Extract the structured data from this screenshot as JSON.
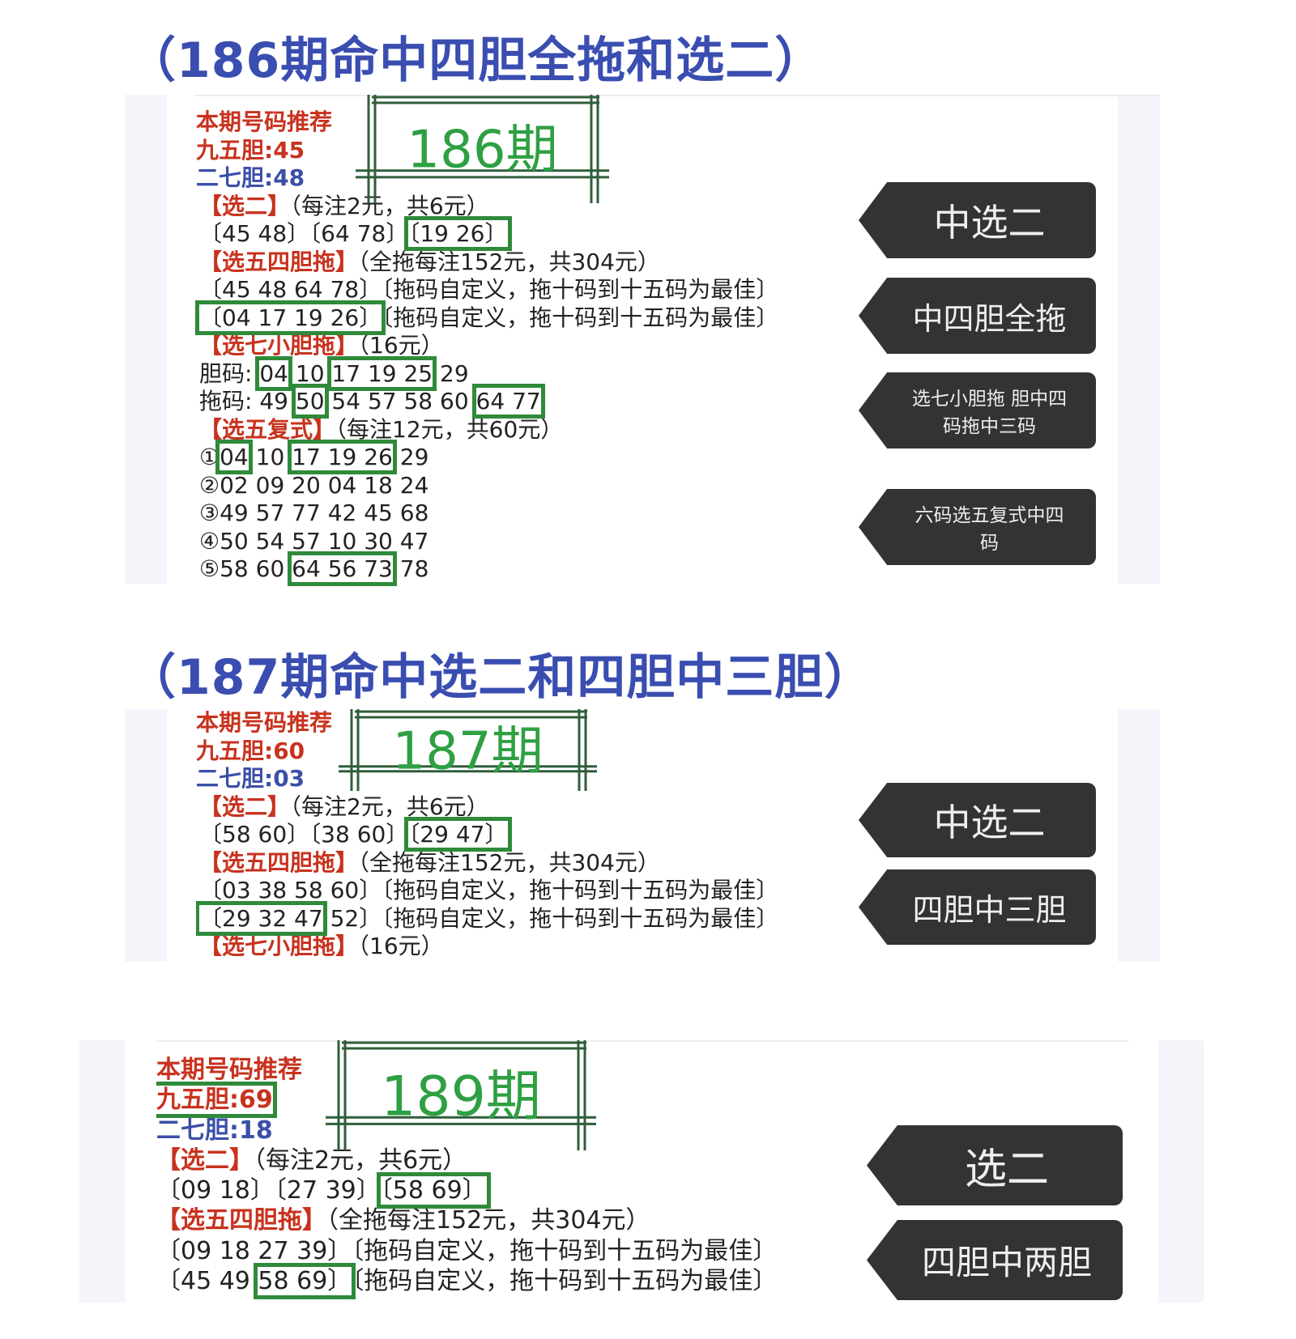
{
  "sections": [
    {
      "title": "（186期命中四胆全拖和选二）",
      "period": "186期",
      "lines": [
        [
          {
            "t": "本期号码推荐",
            "c": "red"
          }
        ],
        [
          {
            "t": "九五胆:45",
            "c": "red"
          }
        ],
        [
          {
            "t": "二七胆:48",
            "c": "blue"
          }
        ],
        [
          {
            "t": "【选二】",
            "c": "red"
          },
          {
            "t": "（每注2元，共6元）"
          }
        ],
        [
          {
            "t": "〔45 48〕〔64 78〕"
          },
          {
            "t": "〔19 26〕",
            "box": true
          }
        ],
        [
          {
            "t": "【选五四胆拖】",
            "c": "red"
          },
          {
            "t": "（全拖每注152元，共304元）"
          }
        ],
        [
          {
            "t": "〔45 48 64 78〕〔拖码自定义，拖十码到十五码为最佳〕"
          }
        ],
        [
          {
            "t": "〔04 17 19 26〕",
            "box": true
          },
          {
            "t": "〔拖码自定义，拖十码到十五码为最佳〕"
          }
        ],
        [
          {
            "t": "【选七小胆拖】",
            "c": "red"
          },
          {
            "t": "（16元）"
          }
        ],
        [
          {
            "t": "胆码: "
          },
          {
            "t": "04",
            "box": true
          },
          {
            "t": " 10 "
          },
          {
            "t": "17 19 25",
            "box": true
          },
          {
            "t": " 29"
          }
        ],
        [
          {
            "t": "拖码: 49 "
          },
          {
            "t": "50",
            "box": true
          },
          {
            "t": " 54 57 58 60 "
          },
          {
            "t": "64 77",
            "box": true
          }
        ],
        [
          {
            "t": "【选五复式】",
            "c": "red"
          },
          {
            "t": "（每注12元，共60元）"
          }
        ],
        [
          {
            "t": "①"
          },
          {
            "t": "04",
            "box": true
          },
          {
            "t": " 10 "
          },
          {
            "t": "17 19 26",
            "box": true
          },
          {
            "t": " 29"
          }
        ],
        [
          {
            "t": "②02 09 20 04 18 24"
          }
        ],
        [
          {
            "t": "③49 57 77 42 45 68"
          }
        ],
        [
          {
            "t": "④50 54 57 10 30 47"
          }
        ],
        [
          {
            "t": "⑤58 60 "
          },
          {
            "t": "64 56 73",
            "box": true
          },
          {
            "t": " 78"
          }
        ]
      ],
      "callouts": [
        "中选二",
        "中四胆全拖",
        "选七小胆拖 胆中四码拖中三码",
        "六码选五复式中四码"
      ]
    },
    {
      "title": "（187期命中选二和四胆中三胆）",
      "period": "187期",
      "lines": [
        [
          {
            "t": "本期号码推荐",
            "c": "red"
          }
        ],
        [
          {
            "t": "九五胆:60",
            "c": "red"
          }
        ],
        [
          {
            "t": "二七胆:03",
            "c": "blue"
          }
        ],
        [
          {
            "t": "【选二】",
            "c": "red"
          },
          {
            "t": "（每注2元，共6元）"
          }
        ],
        [
          {
            "t": "〔58 60〕〔38 60〕"
          },
          {
            "t": "〔29 47〕",
            "box": true
          }
        ],
        [
          {
            "t": "【选五四胆拖】",
            "c": "red"
          },
          {
            "t": "（全拖每注152元，共304元）"
          }
        ],
        [
          {
            "t": "〔03 38 58 60〕〔拖码自定义，拖十码到十五码为最佳〕"
          }
        ],
        [
          {
            "t": "〔29 32 47",
            "box": true
          },
          {
            "t": " 52〕〔拖码自定义，拖十码到十五码为最佳〕"
          }
        ],
        [
          {
            "t": "【选七小胆拖】",
            "c": "red"
          },
          {
            "t": "（16元）"
          }
        ]
      ],
      "callouts": [
        "中选二",
        "四胆中三胆"
      ]
    },
    {
      "title": "",
      "period": "189期",
      "lines": [
        [
          {
            "t": "本期号码推荐",
            "c": "red"
          }
        ],
        [
          {
            "t": "九五胆:69",
            "c": "red",
            "box": true
          }
        ],
        [
          {
            "t": "二七胆:18",
            "c": "blue"
          }
        ],
        [
          {
            "t": "【选二】",
            "c": "red"
          },
          {
            "t": "（每注2元，共6元）"
          }
        ],
        [
          {
            "t": "〔09 18〕〔27 39〕"
          },
          {
            "t": "〔58 69〕",
            "box": true
          }
        ],
        [
          {
            "t": "【选五四胆拖】",
            "c": "red"
          },
          {
            "t": "（全拖每注152元，共304元）"
          }
        ],
        [
          {
            "t": "〔09 18 27 39〕〔拖码自定义，拖十码到十五码为最佳〕"
          }
        ],
        [
          {
            "t": "〔45 49 "
          },
          {
            "t": "58 69〕",
            "box": true
          },
          {
            "t": "〔拖码自定义，拖十码到十五码为最佳〕"
          }
        ]
      ],
      "callouts": [
        "选二",
        "四胆中两胆"
      ]
    }
  ],
  "colors": {
    "title": "#3a4db0",
    "red": "#c8321e",
    "blue": "#3b4fa8",
    "period_green": "#2ea043",
    "highlight_box": "#2f8a3a",
    "callout_bg": "#333333"
  }
}
